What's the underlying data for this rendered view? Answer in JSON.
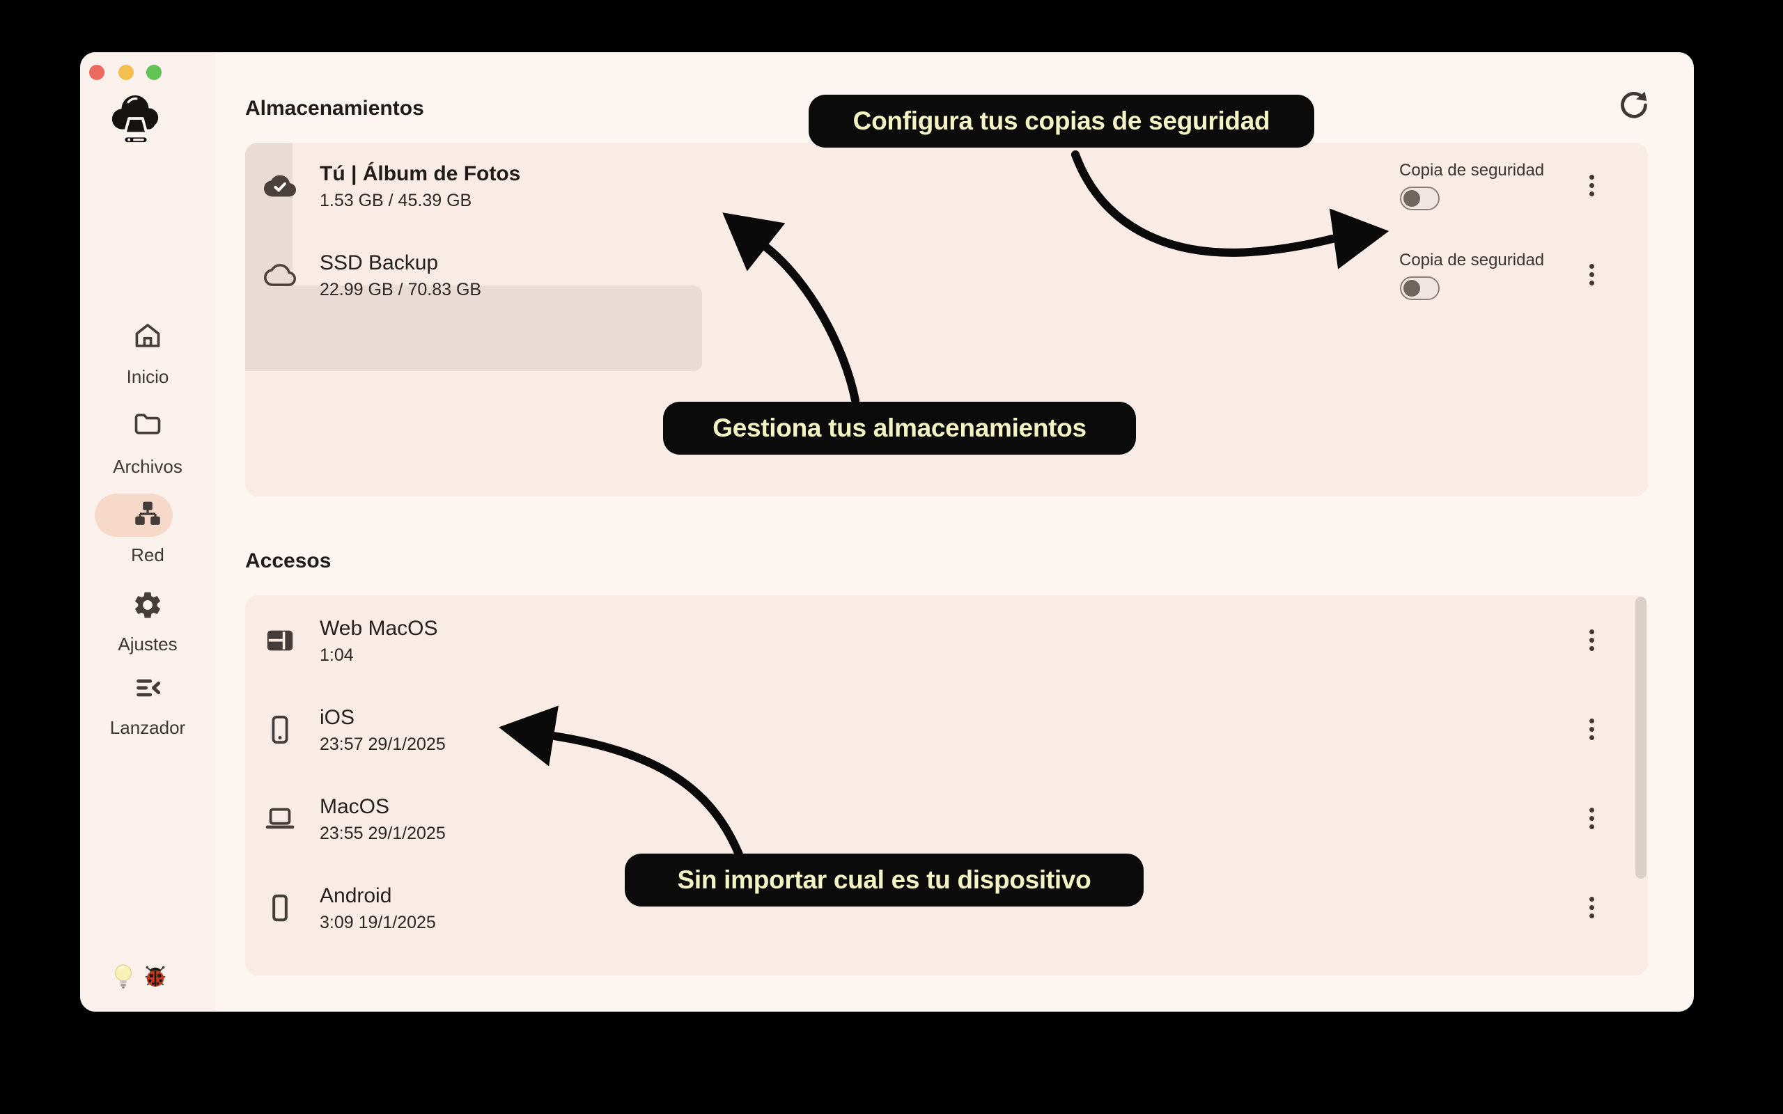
{
  "traffic_lights": {
    "close": "#EC6A5E",
    "minimize": "#F4BF4F",
    "maximize": "#61C454"
  },
  "logo_icon": "cloud-drive-logo",
  "sidebar": {
    "items": [
      {
        "label": "Inicio",
        "icon": "home-icon",
        "active": false
      },
      {
        "label": "Archivos",
        "icon": "folder-icon",
        "active": false
      },
      {
        "label": "Red",
        "icon": "network-icon",
        "active": true
      },
      {
        "label": "Ajustes",
        "icon": "gear-icon",
        "active": false
      },
      {
        "label": "Lanzador",
        "icon": "menu-collapse-icon",
        "active": false
      }
    ],
    "footer_icons": [
      "lightbulb-icon",
      "ladybug-icon"
    ]
  },
  "storages": {
    "title": "Almacenamientos",
    "refresh_icon": "refresh-icon",
    "items": [
      {
        "name": "Tú | Álbum de Fotos",
        "usage": "1.53 GB / 45.39 GB",
        "icon": "cloud-check-icon",
        "backup_label": "Copia de seguridad",
        "backup_enabled": false,
        "selected": false
      },
      {
        "name": "SSD Backup",
        "usage": "22.99 GB / 70.83 GB",
        "icon": "cloud-icon",
        "backup_label": "Copia de seguridad",
        "backup_enabled": false,
        "selected": true
      }
    ]
  },
  "accesses": {
    "title": "Accesos",
    "items": [
      {
        "name": "Web MacOS",
        "time": "1:04",
        "icon": "browser-window-icon"
      },
      {
        "name": "iOS",
        "time": "23:57 29/1/2025",
        "icon": "smartphone-icon"
      },
      {
        "name": "MacOS",
        "time": "23:55 29/1/2025",
        "icon": "laptop-icon"
      },
      {
        "name": "Android",
        "time": "3:09 19/1/2025",
        "icon": "tablet-icon"
      }
    ]
  },
  "callouts": [
    {
      "text": "Configura tus copias de seguridad"
    },
    {
      "text": "Gestiona tus almacenamientos"
    },
    {
      "text": "Sin importar cual es tu dispositivo"
    }
  ],
  "colors": {
    "window_bg": "#FCF5F1",
    "sidebar_bg": "#FAF0EC",
    "panel_bg": "#F9ECE7",
    "highlight": "#E9DBD6",
    "callout_bg": "#0B0B0B",
    "callout_text": "#F3F3C4",
    "accent_pill": "#F7D9C9",
    "icon": "#453D39",
    "toggle_track": "#EFE6E1",
    "toggle_border": "#8B7E78",
    "toggle_knob": "#6F645E",
    "scroll_thumb": "#DBCFCA"
  }
}
